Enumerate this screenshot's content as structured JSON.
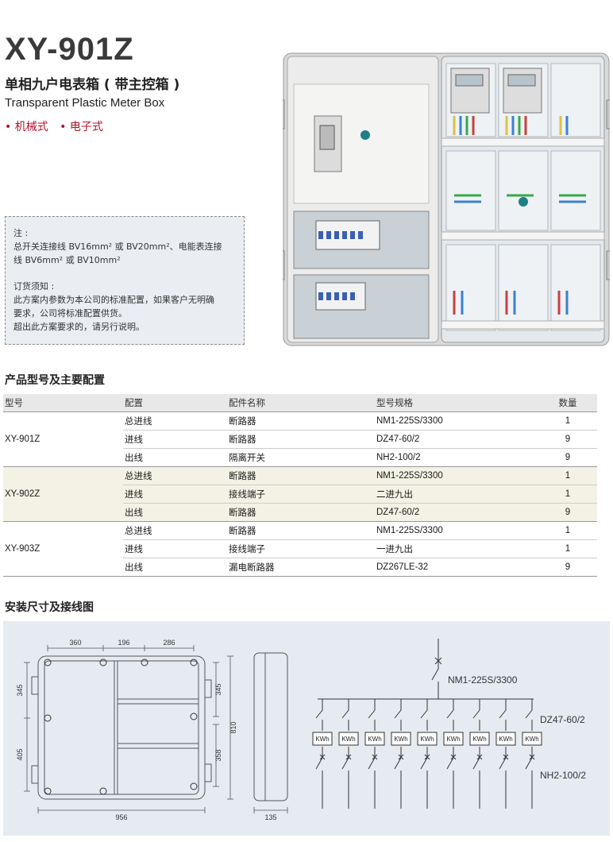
{
  "header": {
    "model": "XY-901Z",
    "title_cn": "单相九户电表箱 ( 带主控箱 )",
    "title_en": "Transparent Plastic Meter Box",
    "types": [
      "• 机械式",
      "• 电子式"
    ]
  },
  "note": {
    "heading": "注 :",
    "line1": "总开关连接线 BV16mm² 或 BV20mm²、电能表连接",
    "line2": "线 BV6mm² 或 BV10mm²",
    "order_heading": "订货须知 :",
    "order1": "此方案内参数为本公司的标准配置，如果客户无明确",
    "order2": "要求，公司将标准配置供货。",
    "order3": "超出此方案要求的，请另行说明。"
  },
  "spec": {
    "section_title": "产品型号及主要配置",
    "headers": [
      "型号",
      "配置",
      "配件名称",
      "型号规格",
      "数量"
    ],
    "groups": [
      {
        "model": "XY-901Z",
        "rows": [
          [
            "总进线",
            "断路器",
            "NM1-225S/3300",
            "1"
          ],
          [
            "进线",
            "断路器",
            "DZ47-60/2",
            "9"
          ],
          [
            "出线",
            "隔离开关",
            "NH2-100/2",
            "9"
          ]
        ]
      },
      {
        "model": "XY-902Z",
        "rows": [
          [
            "总进线",
            "断路器",
            "NM1-225S/3300",
            "1"
          ],
          [
            "进线",
            "接线端子",
            "二进九出",
            "1"
          ],
          [
            "出线",
            "断路器",
            "DZ47-60/2",
            "9"
          ]
        ]
      },
      {
        "model": "XY-903Z",
        "rows": [
          [
            "总进线",
            "断路器",
            "NM1-225S/3300",
            "1"
          ],
          [
            "进线",
            "接线端子",
            "一进九出",
            "1"
          ],
          [
            "出线",
            "漏电断路器",
            "DZ267LE-32",
            "9"
          ]
        ]
      }
    ]
  },
  "install": {
    "section_title": "安装尺寸及接线图",
    "dims": {
      "top1": "360",
      "top2": "196",
      "top3": "286",
      "left1": "345",
      "left2": "405",
      "right1": "345",
      "right2": "810",
      "right3": "358",
      "bottom": "956",
      "side": "135"
    },
    "wiring": {
      "main_breaker": "NM1-225S/3300",
      "branch_breaker": "DZ47-60/2",
      "meter": "KWh",
      "isolator": "NH2-100/2"
    }
  }
}
